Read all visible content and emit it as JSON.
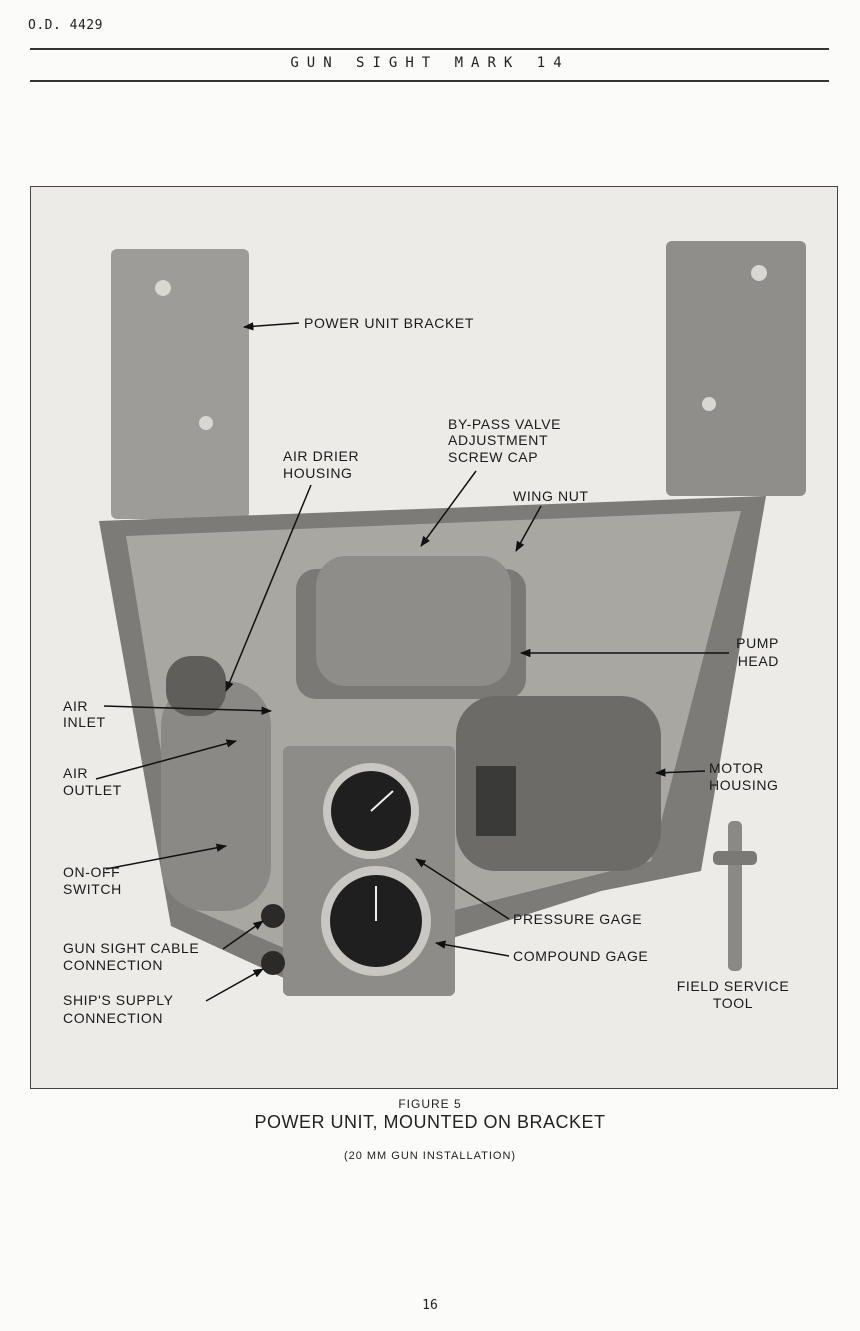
{
  "header": {
    "doc_number": "O.D. 4429",
    "running_title": "GUN SIGHT MARK 14"
  },
  "figure": {
    "number": "FIGURE 5",
    "title": "POWER UNIT, MOUNTED ON BRACKET",
    "subtitle": "(20 MM GUN INSTALLATION)",
    "callouts": {
      "bracket": [
        "POWER UNIT BRACKET"
      ],
      "bypass": [
        "BY-PASS VALVE",
        "ADJUSTMENT",
        "SCREW CAP"
      ],
      "drier": [
        "AIR DRIER",
        "HOUSING"
      ],
      "wingnut": [
        "WING NUT"
      ],
      "pumphead": [
        "PUMP",
        "HEAD"
      ],
      "inlet": [
        "AIR",
        "INLET"
      ],
      "outlet": [
        "AIR",
        "OUTLET"
      ],
      "motor": [
        "MOTOR",
        "HOUSING"
      ],
      "switch": [
        "ON-OFF",
        "SWITCH"
      ],
      "pressure": [
        "PRESSURE GAGE"
      ],
      "compound": [
        "COMPOUND GAGE"
      ],
      "cable": [
        "GUN SIGHT CABLE",
        "CONNECTION"
      ],
      "supply": [
        "SHIP'S SUPPLY",
        "CONNECTION"
      ],
      "tool": [
        "FIELD SERVICE",
        "TOOL"
      ]
    }
  },
  "page_number": "16"
}
